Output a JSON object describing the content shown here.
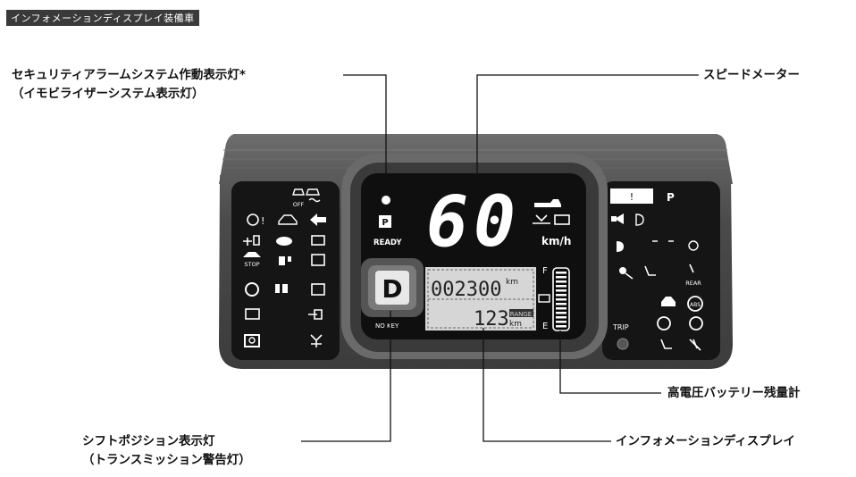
{
  "header": {
    "tag": "インフォメーションディスプレイ装備車"
  },
  "callouts": {
    "security_line1": "セキュリティアラームシステム作動表示灯*",
    "security_line2": "（イモビライザーシステム表示灯）",
    "speedometer": "スピードメーター",
    "battery_gauge": "高電圧バッテリー残量計",
    "shift_line1": "シフトポジション表示灯",
    "shift_line2": "（トランスミッション警告灯）",
    "info_display": "インフォメーションディスプレイ"
  },
  "display": {
    "speed": "60",
    "speed_unit": "km/h",
    "odometer": "002300",
    "odo_unit": "km",
    "range_value": "123",
    "range_label": "RANGE",
    "range_unit": "km",
    "shift_position": "D",
    "ready": "READY",
    "nokey": "NO KEY",
    "gauge_full": "F",
    "gauge_empty": "E",
    "trip": "TRIP",
    "off": "OFF",
    "stop": "STOP",
    "rear": "REAR",
    "abs": "ABS",
    "park": "P"
  },
  "colors": {
    "cluster_body": "#4a4a4a",
    "cluster_dark": "#1c1c1c",
    "lcd": "#d8d8d8",
    "segment": "#ffffff"
  }
}
